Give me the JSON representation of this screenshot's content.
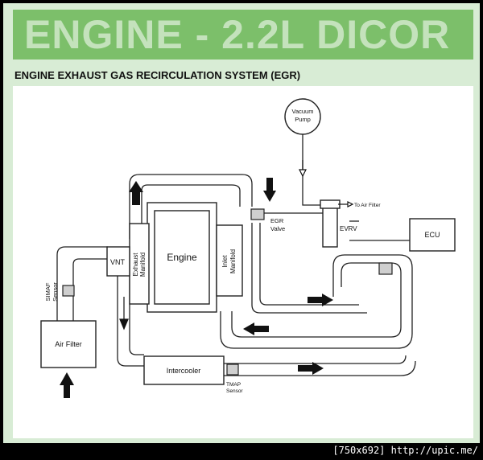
{
  "header": {
    "title": "ENGINE - 2.2L DICOR",
    "subtitle": "ENGINE EXHAUST GAS RECIRCULATION SYSTEM (EGR)"
  },
  "diagram": {
    "components": {
      "vacuum_pump": [
        "Vacuum",
        "Pump"
      ],
      "to_air_filter": "To Air Filter",
      "evrv": "EVRV",
      "ecu": "ECU",
      "egr_valve": [
        "EGR",
        "Valve"
      ],
      "engine": "Engine",
      "exhaust_manifold": [
        "Exhaust",
        "Manifold"
      ],
      "inlet_manifold": [
        "Inlet",
        "Manifold"
      ],
      "vnt": "VNT",
      "simaf_sensor": [
        "SIMAF",
        "Sensor"
      ],
      "air_filter": "Air Filter",
      "intercooler": "Intercooler",
      "tmap_sensor": [
        "TMAP",
        "Sensor"
      ]
    }
  },
  "footer": {
    "watermark": "[750x692] http://upic.me/"
  }
}
